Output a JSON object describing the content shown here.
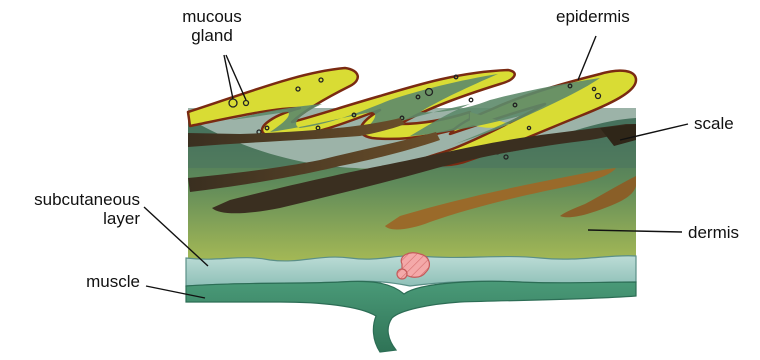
{
  "labels": {
    "mucous_gland": "mucous\ngland",
    "epidermis": "epidermis",
    "scale": "scale",
    "subcutaneous_layer": "subcutaneous\nlayer",
    "dermis": "dermis",
    "muscle": "muscle"
  },
  "colors": {
    "epidermis_fill": "#d9dc34",
    "epidermis_outline": "#7a2a12",
    "dermis_top": "#4f7a5c",
    "dermis_bottom": "#9bb257",
    "scale_dark": "#3f3422",
    "scale_light": "#9a6a2a",
    "subcutaneous": "#a9cfc8",
    "muscle": "#3e8a6c",
    "muscle_dark": "#2c6d55",
    "blood_vessel": "#f2a0a0",
    "leader_line": "#111111"
  }
}
